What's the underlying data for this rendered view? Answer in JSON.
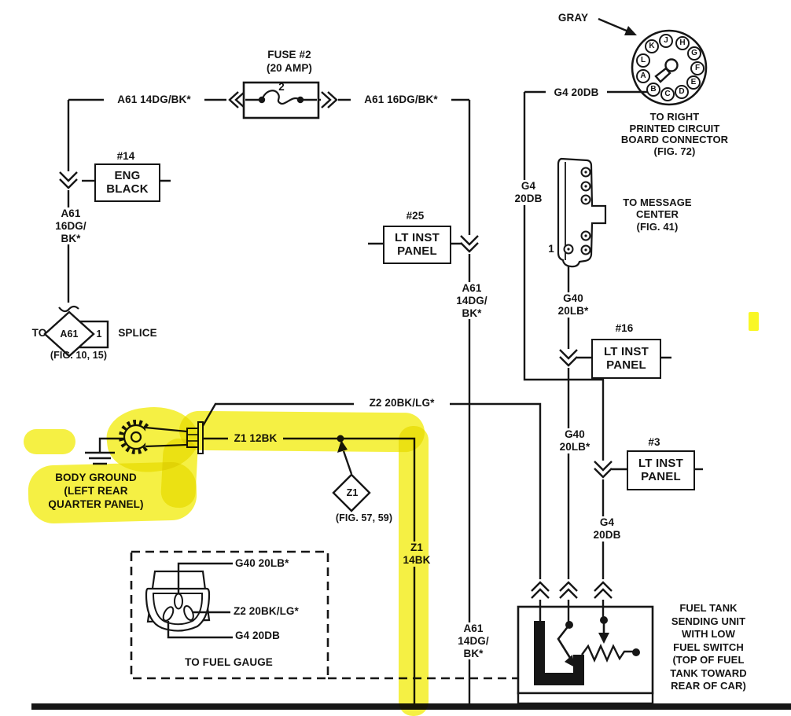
{
  "doc": {
    "type": "automotive wiring diagram scan",
    "highlight_color": "#f4ee2a",
    "line_color": "#161616"
  },
  "fuse": {
    "title": "FUSE #2",
    "rating": "(20 AMP)",
    "terminal": "2"
  },
  "wire_labels": {
    "a61_14_top": "A61 14DG/BK*",
    "a61_16_top": "A61 16DG/BK*",
    "a61_16_left": "A61\n16DG/\nBK*",
    "a61_14_mid": "A61\n14DG/\nBK*",
    "a61_14_bottom": "A61\n14DG/\nBK*",
    "g4_top": "G4 20DB",
    "g4_stack": "G4\n20DB",
    "g40_upper": "G40\n20LB*",
    "g40_lower": "G40\n20LB*",
    "g4_bottom": "G4\n20DB",
    "z2": "Z2 20BK/LG*",
    "z1": "Z1 12BK",
    "z1_14": "Z1\n14BK"
  },
  "component_boxes": {
    "c14": {
      "num": "#14",
      "name": "ENG\nBLACK"
    },
    "c25": {
      "num": "#25",
      "name": "LT INST\nPANEL"
    },
    "c16": {
      "num": "#16",
      "name": "LT INST\nPANEL"
    },
    "c3": {
      "num": "#3",
      "name": "LT INST\nPANEL"
    }
  },
  "splice": {
    "to": "TO",
    "diamond": "A61",
    "pin": "1",
    "word": "SPLICE",
    "fig": "(FIG. 10, 15)"
  },
  "pcb_connector": {
    "color_label": "GRAY",
    "note": "TO RIGHT\nPRINTED CIRCUIT\nBOARD CONNECTOR\n(FIG. 72)",
    "pins": [
      "J",
      "H",
      "K",
      "G",
      "L",
      "F",
      "A",
      "E",
      "B",
      "C",
      "D"
    ]
  },
  "message_center": {
    "pin_label": "1",
    "note": "TO MESSAGE\nCENTER\n(FIG. 41)"
  },
  "body_ground": {
    "note": "BODY GROUND\n(LEFT REAR\nQUARTER PANEL)"
  },
  "z1_reference": {
    "id": "Z1",
    "fig": "(FIG. 57, 59)"
  },
  "fuel_gauge_connector": {
    "pin_g40": "G40 20LB*",
    "pin_z2": "Z2 20BK/LG*",
    "pin_g4": "G4 20DB",
    "title": "TO FUEL GAUGE"
  },
  "fuel_tank": {
    "note": "FUEL TANK\nSENDING UNIT\nWITH LOW\nFUEL SWITCH\n(TOP OF FUEL\nTANK TOWARD\nREAR OF CAR)"
  }
}
